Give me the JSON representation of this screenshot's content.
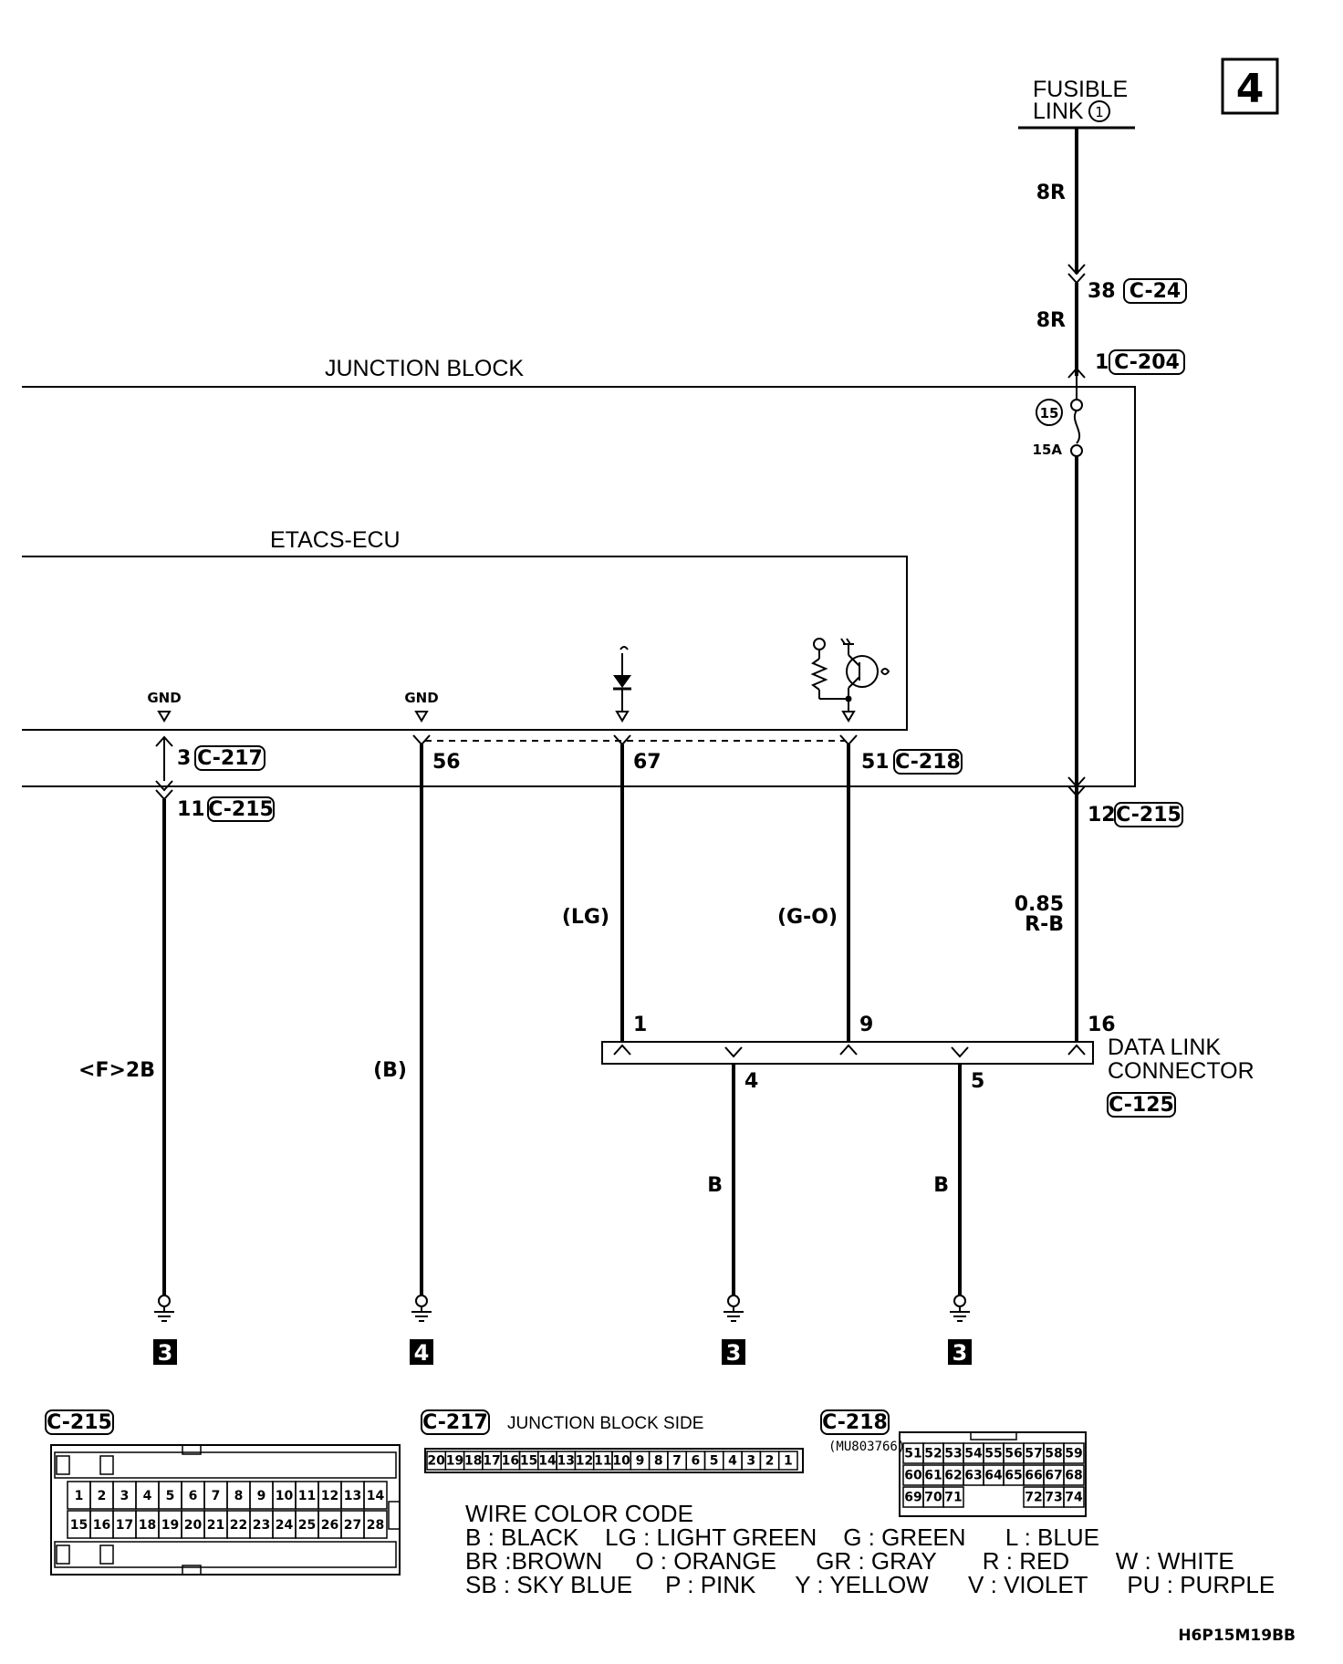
{
  "page_number": "4",
  "fusible_link": {
    "line1": "FUSIBLE",
    "line2": "LINK",
    "num": "1"
  },
  "blocks": {
    "junction_block": "JUNCTION BLOCK",
    "etacs_ecu": "ETACS-ECU"
  },
  "wires": {
    "w_8r_top": "8R",
    "w_8r_mid": "8R",
    "w_085": "0.85",
    "w_rb": "R-B",
    "w_lg": "(LG)",
    "w_go": "(G-O)",
    "w_f2b": "<F>2B",
    "w_b_paren": "(B)",
    "w_b4": "B",
    "w_b5": "B"
  },
  "connectors": {
    "c24_pin": "38",
    "c24": "C-24",
    "c204_pin": "1",
    "c204": "C-204",
    "fuse_num": "15",
    "fuse_rating": "15A",
    "c217_pin": "3",
    "c217": "C-217",
    "c215_pin_a": "11",
    "c215_a": "C-215",
    "pin_56": "56",
    "pin_67": "67",
    "c218_pin": "51",
    "c218": "C-218",
    "c215_pin_b": "12",
    "c215_b": "C-215",
    "gnd1": "GND",
    "gnd2": "GND"
  },
  "dlc": {
    "pin_1": "1",
    "pin_9": "9",
    "pin_16": "16",
    "pin_4": "4",
    "pin_5": "5",
    "line1": "DATA LINK",
    "line2": "CONNECTOR",
    "conn": "C-125"
  },
  "grounds": [
    "3",
    "4",
    "3",
    "3"
  ],
  "views": {
    "c215": "C-215",
    "c217": "C-217",
    "c217_side": "JUNCTION BLOCK SIDE",
    "c218": "C-218",
    "c218_part": "(MU803766)"
  },
  "c215_row1": [
    "1",
    "2",
    "3",
    "4",
    "5",
    "6",
    "7",
    "8",
    "9",
    "10",
    "11",
    "12",
    "13",
    "14"
  ],
  "c215_row2": [
    "15",
    "16",
    "17",
    "18",
    "19",
    "20",
    "21",
    "22",
    "23",
    "24",
    "25",
    "26",
    "27",
    "28"
  ],
  "c217_pins": [
    "20",
    "19",
    "18",
    "17",
    "16",
    "15",
    "14",
    "13",
    "12",
    "11",
    "10",
    "9",
    "8",
    "7",
    "6",
    "5",
    "4",
    "3",
    "2",
    "1"
  ],
  "c218_row1": [
    "51",
    "52",
    "53",
    "54",
    "55",
    "56",
    "57",
    "58",
    "59"
  ],
  "c218_row2": [
    "60",
    "61",
    "62",
    "63",
    "64",
    "65",
    "66",
    "67",
    "68"
  ],
  "c218_row3a": [
    "69",
    "70",
    "71"
  ],
  "c218_row3b": [
    "72",
    "73",
    "74"
  ],
  "wire_color_code": {
    "title": "WIRE COLOR CODE",
    "line1": "B : BLACK    LG : LIGHT GREEN    G : GREEN      L : BLUE",
    "line2": "BR :BROWN     O : ORANGE      GR : GRAY       R : RED       W : WHITE",
    "line3": "SB : SKY BLUE     P : PINK      Y : YELLOW      V : VIOLET      PU : PURPLE"
  },
  "drawing_id": "H6P15M19BB"
}
